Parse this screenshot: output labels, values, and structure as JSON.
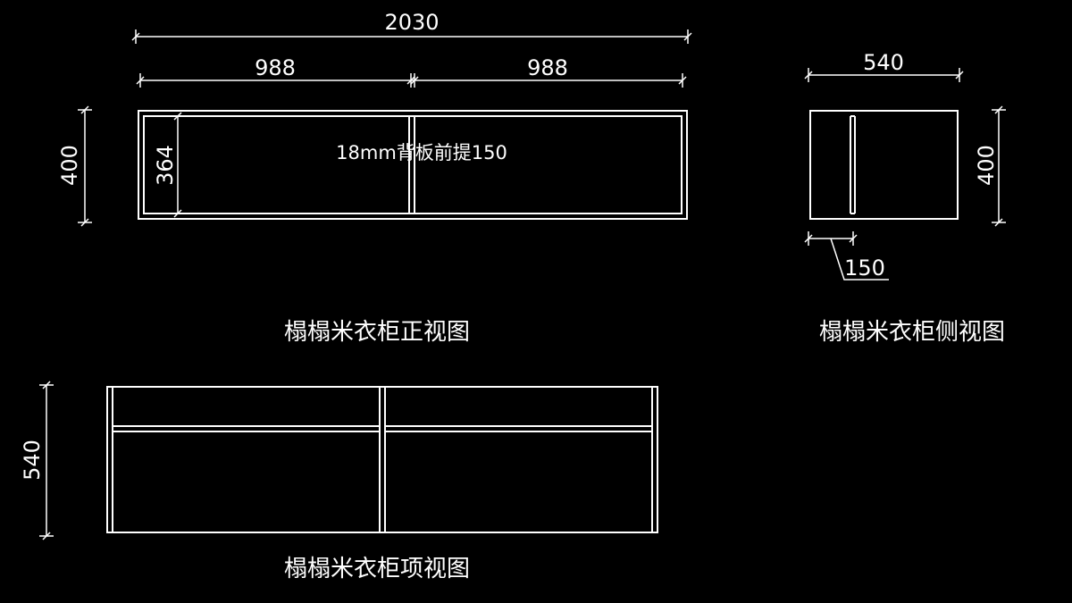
{
  "colors": {
    "background": "#000000",
    "lines": "#ffffff"
  },
  "front_view": {
    "title": "榻榻米衣柜正视图",
    "dim_total_width": "2030",
    "dim_left_width": "988",
    "dim_right_width": "988",
    "dim_height": "400",
    "dim_inner_height": "364",
    "note": "18mm背板前提150"
  },
  "side_view": {
    "title": "榻榻米衣柜侧视图",
    "dim_depth": "540",
    "dim_height": "400",
    "dim_offset": "150"
  },
  "top_view": {
    "title": "榻榻米衣柜项视图",
    "dim_depth": "540"
  }
}
